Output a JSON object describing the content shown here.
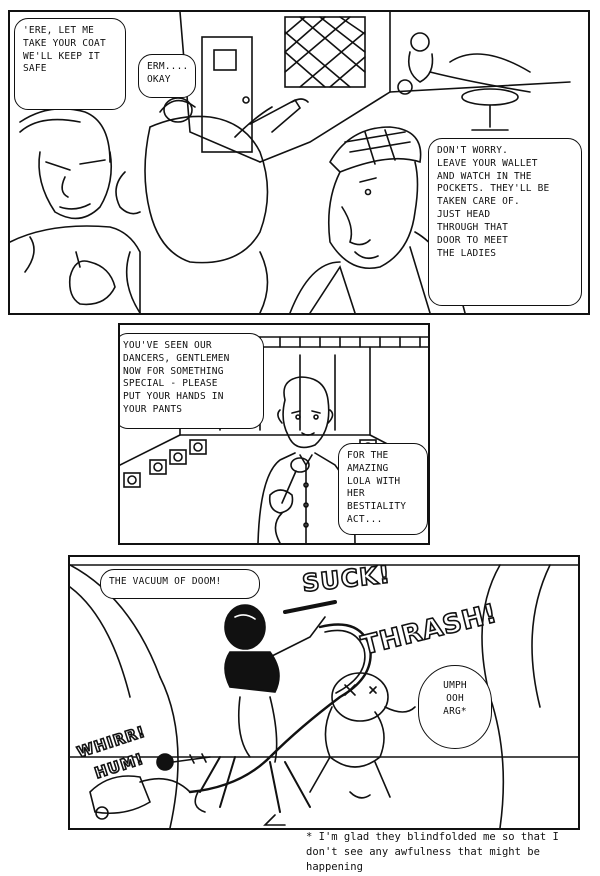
{
  "panel1": {
    "bubble_coat": "'ERE, LET ME\nTAKE YOUR COAT\nWE'LL KEEP IT\nSAFE",
    "bubble_erm": "ERM....\nOKAY",
    "bubble_worry": "DON'T WORRY.\nLEAVE YOUR WALLET\nAND WATCH IN THE\nPOCKETS. THEY'LL BE\nTAKEN CARE OF.\nJUST HEAD\nTHROUGH THAT\nDOOR TO MEET\nTHE LADIES"
  },
  "panel2": {
    "bubble_dancers": "YOU'VE SEEN OUR\nDANCERS, GENTLEMEN\nNOW FOR SOMETHING\nSPECIAL - PLEASE\nPUT YOUR HANDS IN\nYOUR PANTS",
    "bubble_lola": "FOR THE\nAMAZING\nLOLA WITH\nHER BESTIALITY\nACT..."
  },
  "panel3": {
    "bubble_vacuum": "THE VACUUM OF DOOM!",
    "sfx_suck": "SUCK!",
    "sfx_thrash": "THRASH!",
    "sfx_whirr": "WHIRR!",
    "sfx_hum": "HUM!",
    "bubble_umph": "UMPH\nOOH\nARG*"
  },
  "caption": "* I'm glad they blindfolded me so that I don't see any awfulness that might be happening"
}
